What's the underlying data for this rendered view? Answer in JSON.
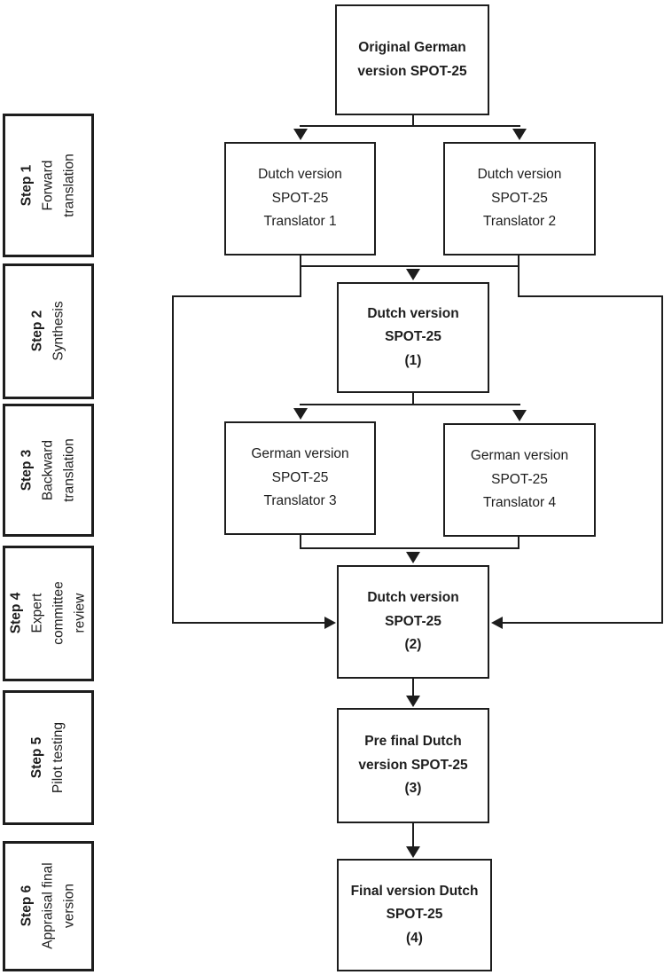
{
  "colors": {
    "ink": "#1d1d1d",
    "background": "#ffffff"
  },
  "sidebar_steps": [
    {
      "title": "Step 1",
      "lines": [
        "Forward",
        "translation"
      ]
    },
    {
      "title": "Step 2",
      "lines": [
        "Synthesis"
      ]
    },
    {
      "title": "Step 3",
      "lines": [
        "Backward",
        "translation"
      ]
    },
    {
      "title": "Step 4",
      "lines": [
        "Expert",
        "committee",
        "review"
      ]
    },
    {
      "title": "Step 5",
      "lines": [
        "Pilot testing"
      ]
    },
    {
      "title": "Step 6",
      "lines": [
        "Appraisal final",
        "version"
      ]
    }
  ],
  "nodes": {
    "original": {
      "lines": [
        "Original German",
        "version SPOT-25"
      ]
    },
    "translator1": {
      "lines": [
        "Dutch version",
        "SPOT-25",
        "Translator 1"
      ]
    },
    "translator2": {
      "lines": [
        "Dutch version",
        "SPOT-25",
        "Translator 2"
      ]
    },
    "dutch1": {
      "lines": [
        "Dutch version",
        "SPOT-25",
        "(1)"
      ]
    },
    "translator3": {
      "lines": [
        "German version",
        "SPOT-25",
        "Translator 3"
      ]
    },
    "translator4": {
      "lines": [
        "German version",
        "SPOT-25",
        "Translator 4"
      ]
    },
    "dutch2": {
      "lines": [
        "Dutch version",
        "SPOT-25",
        "(2)"
      ]
    },
    "prefinal": {
      "lines": [
        "Pre final Dutch",
        "version SPOT-25",
        "(3)"
      ]
    },
    "final": {
      "lines": [
        "Final version Dutch",
        "SPOT-25",
        "(4)"
      ]
    }
  }
}
